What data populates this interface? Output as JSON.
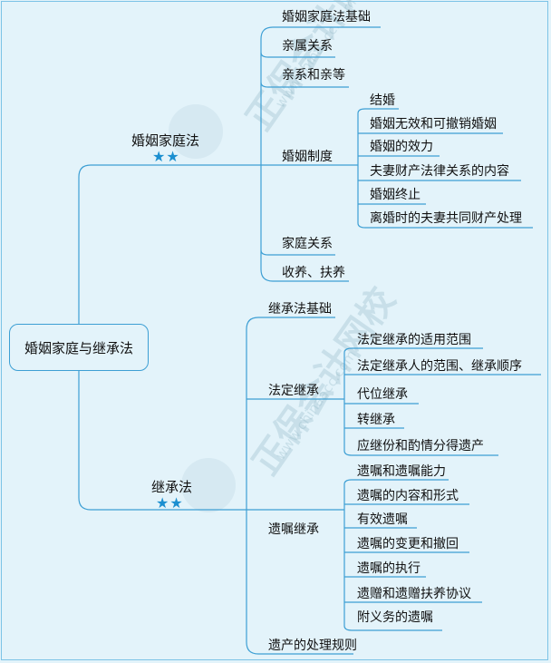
{
  "root": "婚姻家庭与继承法",
  "stars": "★★",
  "watermark": {
    "text": "正保会计网校",
    "url": "www.chinaacc.com"
  },
  "marriage": {
    "title": "婚姻家庭法",
    "children": {
      "basics": "婚姻家庭法基础",
      "relatives": "亲属关系",
      "kinship_degree": "亲系和亲等",
      "system": {
        "title": "婚姻制度",
        "children": [
          "结婚",
          "婚姻无效和可撤销婚姻",
          "婚姻的效力",
          "夫妻财产法律关系的内容",
          "婚姻终止",
          "离婚时的夫妻共同财产处理"
        ]
      },
      "family": "家庭关系",
      "adoption": "收养、扶养"
    }
  },
  "inheritance": {
    "title": "继承法",
    "children": {
      "basics": "继承法基础",
      "statutory": {
        "title": "法定继承",
        "children": [
          "法定继承的适用范围",
          "法定继承人的范围、继承顺序",
          "代位继承",
          "转继承",
          "应继份和酌情分得遗产"
        ]
      },
      "testamentary": {
        "title": "遗嘱继承",
        "children": [
          "遗嘱和遗嘱能力",
          "遗嘱的内容和形式",
          "有效遗嘱",
          "遗嘱的变更和撤回",
          "遗嘱的执行",
          "遗赠和遗赠扶养协议",
          "附义务的遗嘱"
        ]
      },
      "estate": "遗产的处理规则"
    }
  }
}
